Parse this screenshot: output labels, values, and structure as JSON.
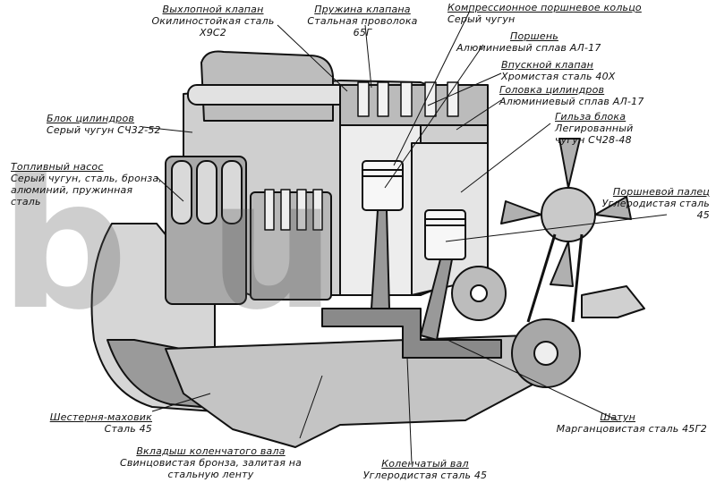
{
  "labels": {
    "exhaust_valve": {
      "title": "Выхлопной клапан",
      "material": "Окилиностойкая сталь Х9С2"
    },
    "valve_spring": {
      "title": "Пружина клапана",
      "material": "Стальная проволока 65Г"
    },
    "compression_ring": {
      "title": "Компрессионное поршневое кольцо",
      "material": "Серый чугун"
    },
    "piston": {
      "title": "Поршень",
      "material": "Алюминиевый сплав АЛ-17"
    },
    "intake_valve": {
      "title": "Впускной клапан",
      "material": "Хромистая сталь 40Х"
    },
    "cylinder_head": {
      "title": "Головка цилиндров",
      "material": "Алюминиевый сплав АЛ-17"
    },
    "block_sleeve": {
      "title": "Гильза блока",
      "material": "Легированный чугун СЧ28-48"
    },
    "cylinder_block": {
      "title": "Блок цилиндров",
      "material": "Серый чугун СЧ32-52"
    },
    "fuel_pump": {
      "title": "Топливный насос",
      "material": "Серый чугун, сталь, бронза, алюминий, пружинная сталь"
    },
    "piston_pin": {
      "title": "Поршневой палец",
      "material": "Углеродистая сталь 45"
    },
    "flywheel_gear": {
      "title": "Шестерня-маховик",
      "material": "Сталь 45"
    },
    "crankshaft_bearing": {
      "title": "Вкладыш коленчатого вала",
      "material": "Свинцовистая бронза, залитая на стальную ленту"
    },
    "crankshaft": {
      "title": "Коленчатый вал",
      "material": "Углеродистая сталь 45"
    },
    "connecting_rod": {
      "title": "Шатун",
      "material": "Марганцовистая сталь 45Г2"
    }
  },
  "watermark": "b u"
}
